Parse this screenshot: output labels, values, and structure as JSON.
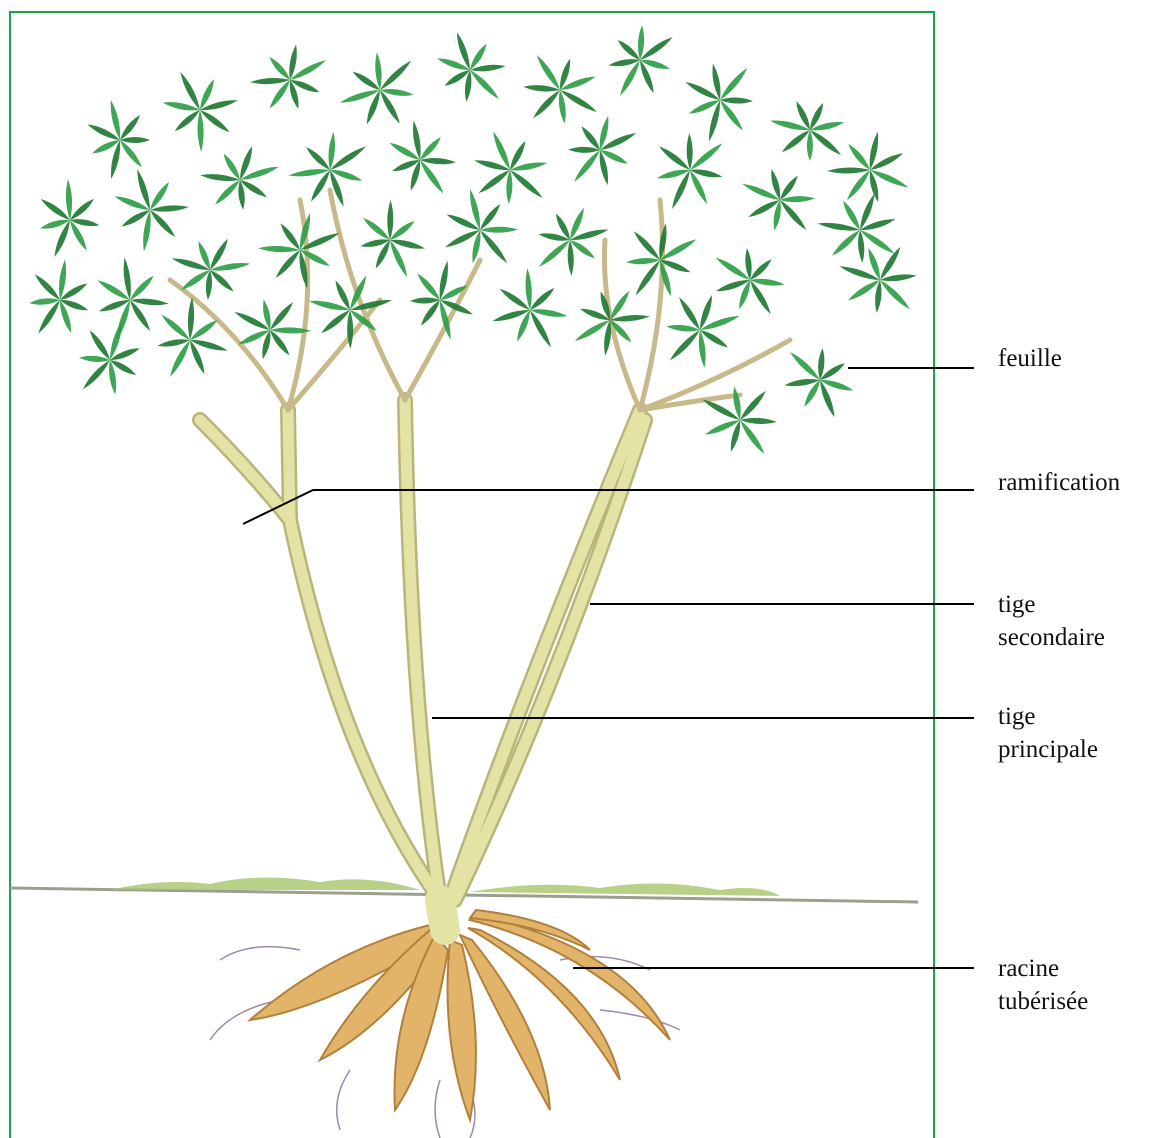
{
  "colors": {
    "frame": "#1aa34a",
    "leaf": "#2e9e46",
    "leaf_dark": "#1f7a33",
    "stem": "#e3e3a6",
    "stem_edge": "#b9b57a",
    "root": "#e2b46a",
    "root_edge": "#b0803c",
    "ground": "#9aa08e",
    "grass": "#a7c46a"
  },
  "labels": {
    "feuille": [
      "feuille"
    ],
    "ramification": [
      "ramification"
    ],
    "tige_secondaire": [
      "tige",
      "secondaire"
    ],
    "tige_principale": [
      "tige",
      "principale"
    ],
    "racine": [
      "racine",
      "tubérisée"
    ]
  }
}
